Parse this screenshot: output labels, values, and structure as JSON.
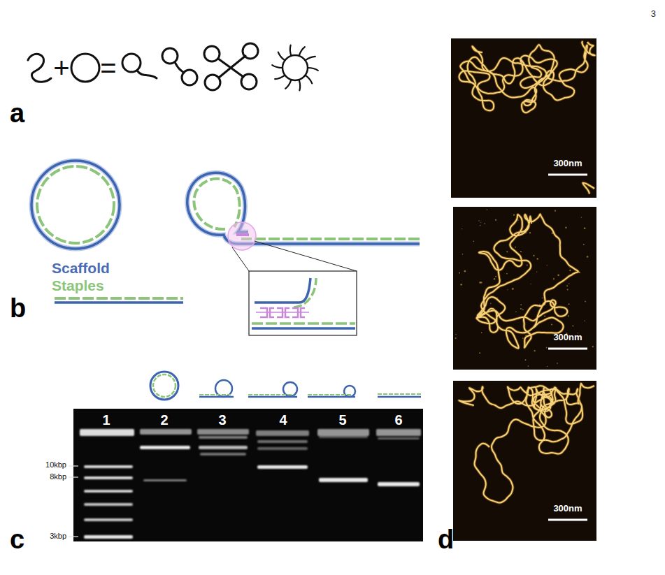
{
  "diagram": {
    "labels": [
      "3",
      "+",
      "=",
      "a",
      "Scaffold",
      "Staples",
      "b",
      "1",
      "2",
      "3",
      "4",
      "5",
      "6",
      "10kbp",
      "8kbp",
      "3kbp",
      "c",
      "d",
      "300nm",
      "300nm",
      "300nm"
    ]
  }
}
